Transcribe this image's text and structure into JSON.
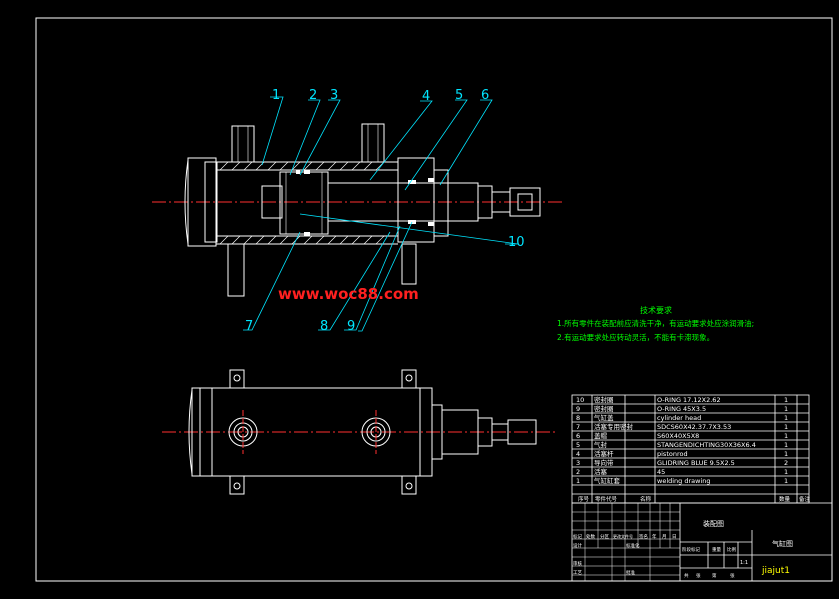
{
  "watermark": "www.woc88.com",
  "balloons": [
    "1",
    "2",
    "3",
    "4",
    "5",
    "6",
    "7",
    "8",
    "9",
    "10"
  ],
  "tech": {
    "title": "技术要求",
    "lines": [
      "1.所有零件在装配前应清洗干净，有运动要求处应涂润滑油;",
      "2.有运动要求处应转动灵活，不能有卡滞现象。"
    ]
  },
  "bom": {
    "rows": [
      {
        "no": "10",
        "name": "密封圈",
        "spec": "O-RING 17.12X2.62",
        "qty": "1"
      },
      {
        "no": "9",
        "name": "密封圈",
        "spec": "O-RING 45X3.5",
        "qty": "1"
      },
      {
        "no": "8",
        "name": "气缸盖",
        "spec": "cylinder head",
        "qty": "1"
      },
      {
        "no": "7",
        "name": "活塞专用密封",
        "spec": "SDCS60X42.37.7X3.53",
        "qty": "1"
      },
      {
        "no": "6",
        "name": "盖帽",
        "spec": "S60X40X5X8",
        "qty": "1"
      },
      {
        "no": "5",
        "name": "气封",
        "spec": "STANGENDICHTING30X36X6.4",
        "qty": "1"
      },
      {
        "no": "4",
        "name": "活塞杆",
        "spec": "pistonrod",
        "qty": "1"
      },
      {
        "no": "3",
        "name": "导向带",
        "spec": "GLIDRING BLUE 9.5X2.5",
        "qty": "2"
      },
      {
        "no": "2",
        "name": "活塞",
        "spec": "45",
        "qty": "1"
      },
      {
        "no": "1",
        "name": "气缸缸套",
        "spec": "welding drawing",
        "qty": "1"
      }
    ],
    "header": [
      "序号",
      "零件代号",
      "名称",
      "数量",
      "备注"
    ]
  },
  "title_block": {
    "drawing_type": "装配图",
    "part_name": "气缸图",
    "code": "jiajut1",
    "grid_labels": [
      "标记",
      "处数",
      "分区",
      "更改文件号",
      "签名",
      "年",
      "月",
      "日",
      "设计",
      "标准化",
      "审核",
      "工艺",
      "批准",
      "阶段标记",
      "重量",
      "比例",
      "共",
      "张",
      "第",
      "张",
      "1:1"
    ]
  },
  "colors": {
    "background": "#000000",
    "part": "#ffffff",
    "centerline": "#ff3030",
    "leader": "#00e5ff",
    "balloon_text": "#00e5ff",
    "tech_text": "#00ff00",
    "watermark": "#ff2020",
    "title_yellow": "#ffff00"
  }
}
